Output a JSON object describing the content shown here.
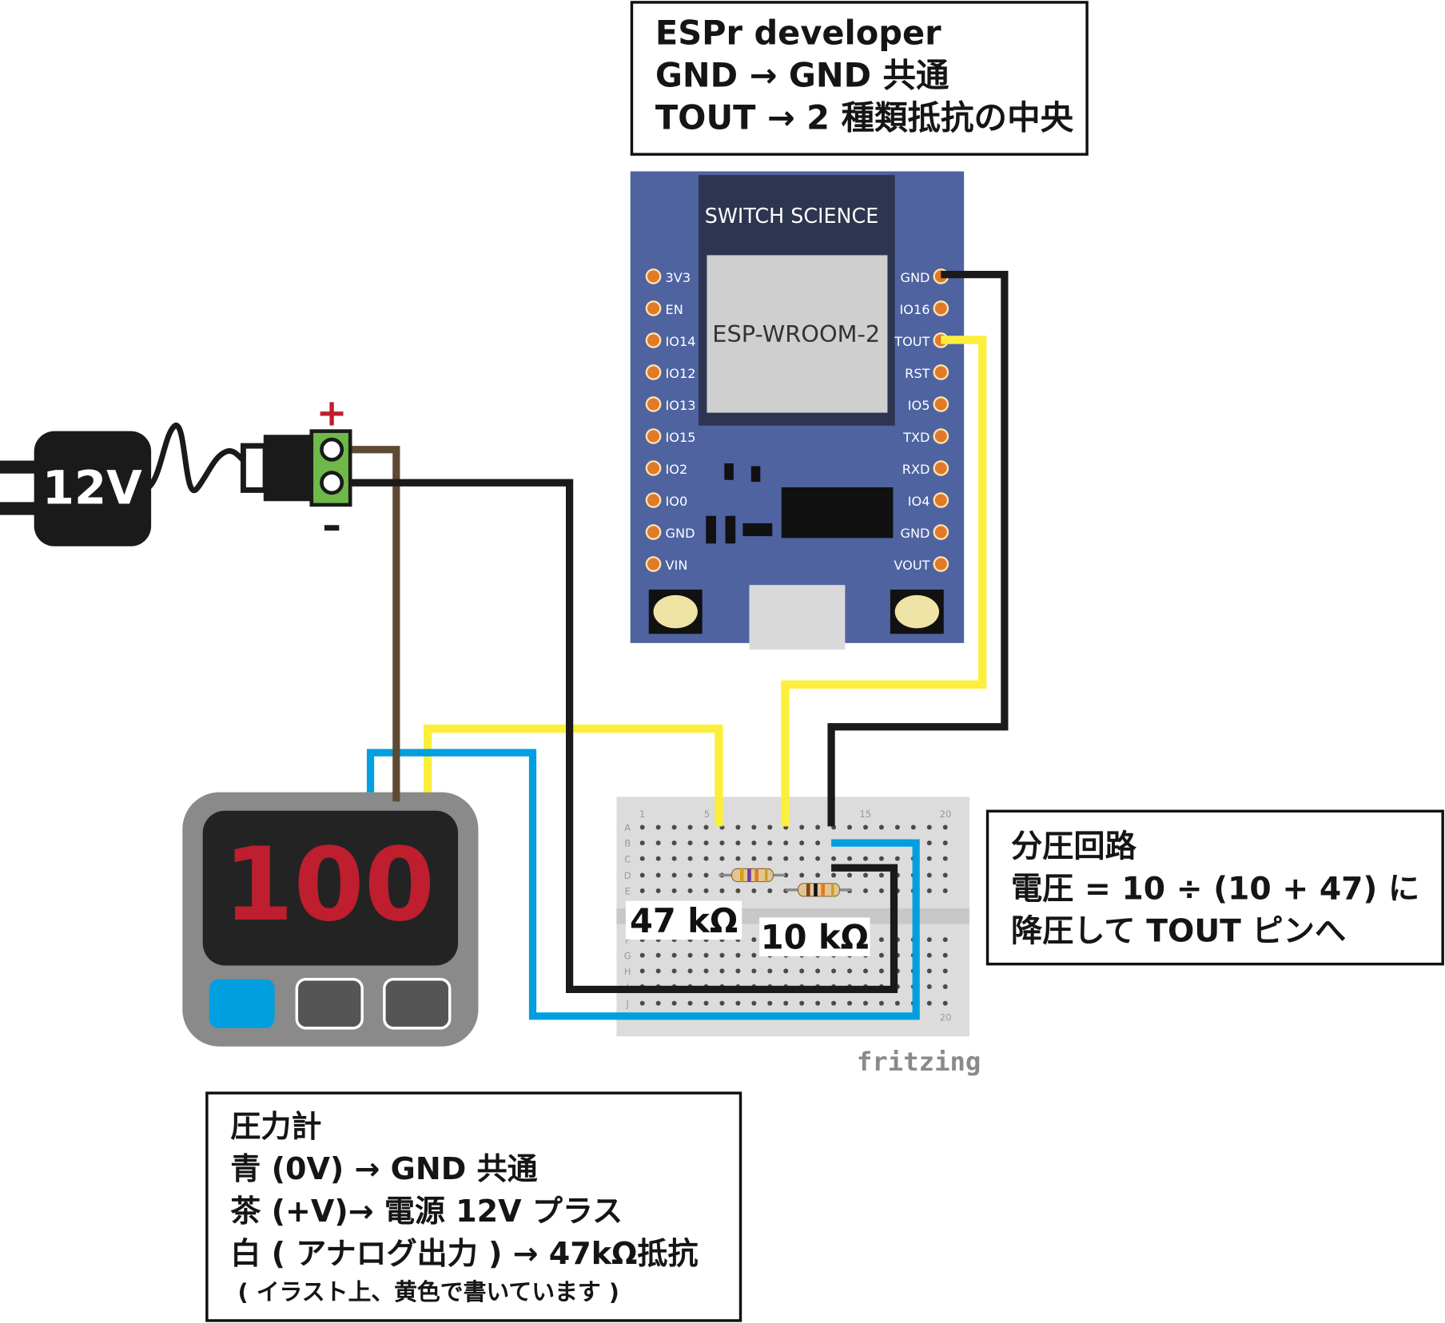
{
  "colors": {
    "board_blue": "#4e63a0",
    "wire_yellow": "#fcef3c",
    "wire_blue": "#009fdf",
    "wire_brown": "#5e4a32",
    "wire_black": "#1a1a1a",
    "display_red": "#be1e2d",
    "pin_orange": "#e07a28",
    "terminal_green": "#6fb94b"
  },
  "esp_box": {
    "line1": "ESPr developer",
    "line2": "GND → GND 共通",
    "line3": "TOUT → 2 種類抵抗の中央"
  },
  "board": {
    "brand": "SWITCH SCIENCE",
    "module": "ESP-WROOM-2",
    "left_pins": [
      "3V3",
      "EN",
      "IO14",
      "IO12",
      "IO13",
      "IO15",
      "IO2",
      "IO0",
      "GND",
      "VIN"
    ],
    "right_pins": [
      "GND",
      "IO16",
      "TOUT",
      "RST",
      "IO5",
      "TXD",
      "RXD",
      "IO4",
      "GND",
      "VOUT"
    ]
  },
  "power": {
    "label": "12V",
    "plus": "+",
    "minus": "-",
    "plus_icon": "plus-icon",
    "minus_icon": "minus-icon"
  },
  "gauge": {
    "display_value": "100"
  },
  "breadboard": {
    "row_letters_top": [
      "A",
      "B",
      "C",
      "D",
      "E"
    ],
    "row_letters_bottom": [
      "F",
      "G",
      "H",
      "I",
      "J"
    ],
    "col_numbers": [
      "1",
      "5",
      "15",
      "20"
    ],
    "bottom_number": "20"
  },
  "resistors": {
    "r1_label": "47 kΩ",
    "r2_label": "10 kΩ"
  },
  "divider_box": {
    "line1": "分圧回路",
    "line2": "電圧 = 10 ÷ (10 + 47) に",
    "line3": "降圧して TOUT ピンへ"
  },
  "gauge_box": {
    "line1": "圧力計",
    "line2": "青 (0V) → GND 共通",
    "line3": "茶 (+V)→ 電源 12V プラス",
    "line4": "白 ( アナログ出力 ) → 47kΩ抵抗",
    "line5": "( イラスト上、黄色で書いています )"
  },
  "watermark": "fritzing"
}
